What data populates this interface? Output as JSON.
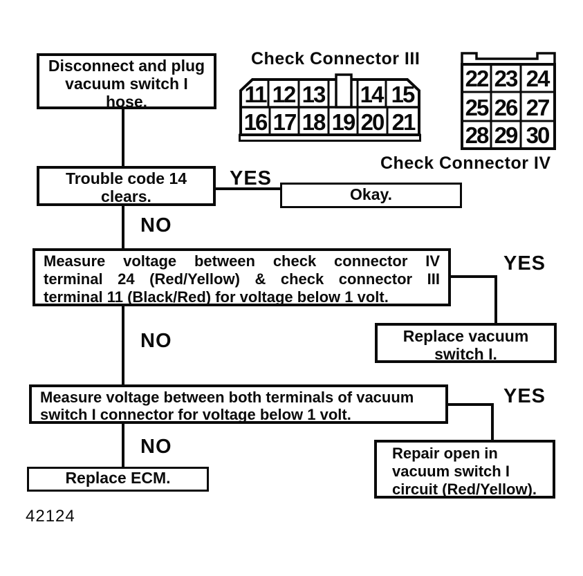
{
  "figure_code": "42124",
  "decision_labels": {
    "yes": "YES",
    "no": "NO"
  },
  "connector_iii": {
    "title": "Check Connector III",
    "top_row": [
      "11",
      "12",
      "13",
      "14",
      "15"
    ],
    "bottom_row": [
      "16",
      "17",
      "18",
      "19",
      "20",
      "21"
    ]
  },
  "connector_iv": {
    "title": "Check Connector IV",
    "rows": [
      [
        "22",
        "23",
        "24"
      ],
      [
        "25",
        "26",
        "27"
      ],
      [
        "28",
        "29",
        "30"
      ]
    ]
  },
  "steps": {
    "disconnect": {
      "lines": [
        "Disconnect and plug",
        "vacuum switch I",
        "hose."
      ]
    },
    "trouble_code": {
      "lines": [
        "Trouble code 14",
        "clears."
      ]
    },
    "okay": {
      "label": "Okay."
    },
    "measure_connectors": {
      "lines": [
        "Measure voltage between check connector IV",
        "terminal 24 (Red/Yellow) & check connector III",
        "terminal 11 (Black/Red) for voltage below 1 volt."
      ]
    },
    "replace_switch": {
      "lines": [
        "Replace vacuum",
        "switch I."
      ]
    },
    "measure_terminals": {
      "lines": [
        "Measure voltage between both terminals of vacuum",
        "switch I connector for voltage below 1 volt."
      ]
    },
    "repair_open": {
      "lines": [
        "Repair open in",
        "vacuum switch I",
        "circuit (Red/Yellow)."
      ]
    },
    "replace_ecm": {
      "label": "Replace ECM."
    }
  }
}
